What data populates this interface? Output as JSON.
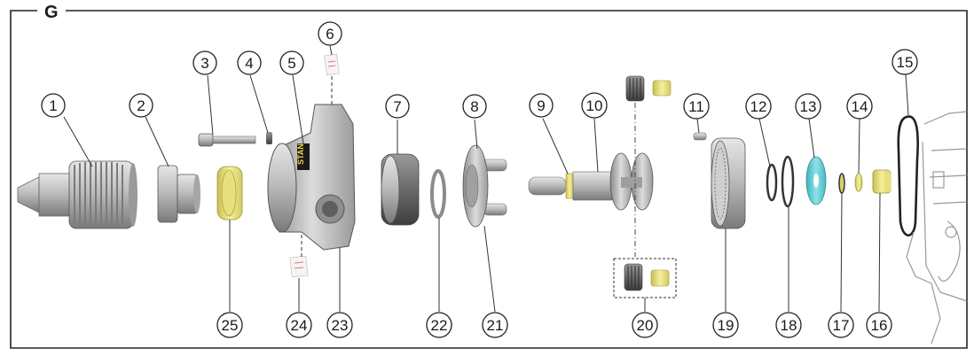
{
  "diagram": {
    "section_label": "G",
    "brand_mark": "STAN",
    "colors": {
      "frame": "#222222",
      "leader": "#333333",
      "part_grey": "#b9b9b9",
      "part_dark": "#6d6d6d",
      "highlight_yellow": "#f2e98a",
      "highlight_cyan": "#6fd3da"
    },
    "callouts": [
      "1",
      "2",
      "3",
      "4",
      "5",
      "6",
      "7",
      "8",
      "9",
      "10",
      "11",
      "12",
      "13",
      "14",
      "15",
      "16",
      "17",
      "18",
      "19",
      "20",
      "21",
      "22",
      "23",
      "24",
      "25"
    ]
  }
}
